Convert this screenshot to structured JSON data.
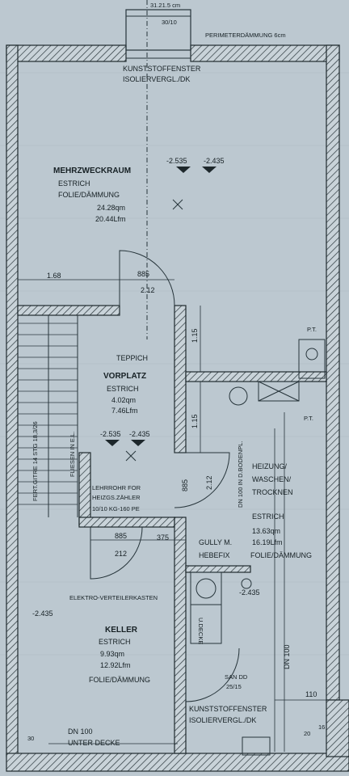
{
  "top": {
    "dim": "31.21.5 cm",
    "opening": "30/10",
    "perimeter_note": "PERIMETERDÄMMUNG 6cm"
  },
  "window_top": {
    "line1": "KUNSTSTOFFENSTER",
    "line2": "ISOLIERVERGL./DK"
  },
  "rooms": {
    "mehrzweckraum": {
      "name": "MEHRZWECKRAUM",
      "floor": "ESTRICH",
      "finish": "FOLIE/DÄMMUNG",
      "area": "24.28qm",
      "perimeter": "20.44Lfm"
    },
    "vorplatz": {
      "covering": "TEPPICH",
      "name": "VORPLATZ",
      "floor": "ESTRICH",
      "area": "4.02qm",
      "perimeter": "7.46Lfm"
    },
    "heizung": {
      "name1": "HEIZUNG/",
      "name2": "WASCHEN/",
      "name3": "TROCKNEN",
      "floor": "ESTRICH",
      "area": "13.63qm",
      "perimeter": "16.19Lfm",
      "finish": "FOLIE/DÄMMUNG"
    },
    "keller": {
      "name": "KELLER",
      "floor": "ESTRICH",
      "area": "9.93qm",
      "perimeter": "12.92Lfm",
      "finish": "FOLIE/DÄMMUNG"
    }
  },
  "levels": {
    "mz_a": "-2.535",
    "mz_b": "-2.435",
    "vp_a": "-2.535",
    "vp_b": "-2.435",
    "keller": "-2.435",
    "heizung": "-2.435"
  },
  "dims": {
    "d168": "1.68",
    "d885_top": "885",
    "d212_top": "2.12",
    "d115_a": "1.15",
    "d115_b": "1.15",
    "d885_mid": "885",
    "d212_mid": "2.12",
    "d885_low": "885",
    "d375": "375",
    "d212_low": "212",
    "d110": "110"
  },
  "notes": {
    "stair_a": "FERT.GITRE 14 STG 18,3/26",
    "stair_b": "FLIESEN IN E.L.",
    "leerrohr1": "LEHRROHR FOR",
    "leerrohr2": "HEIZGS.ZÄHLER",
    "leerrohr3": "10/10 KG-160 PE",
    "dn100_boden": "DN 100 IN D.BODENPL.",
    "gully1": "GULLY M.",
    "gully2": "HEBEFIX",
    "elektro": "ELEKTRO-VERTEILERKASTEN",
    "u_decke": "U.DECKE",
    "dn100_right": "DN 100",
    "sandd1": "SAN DD",
    "sandd2": "25/15",
    "window_bottom1": "KUNSTSTOFFENSTER",
    "window_bottom2": "ISOLIERVERGL./DK",
    "dn100_bottom": "DN 100",
    "unter_decke": "UNTER DECKE",
    "pt_top": "P.T.",
    "pt_low": "P.T.",
    "dim_30": "30",
    "dim_20": "20",
    "dim_16": "16"
  }
}
